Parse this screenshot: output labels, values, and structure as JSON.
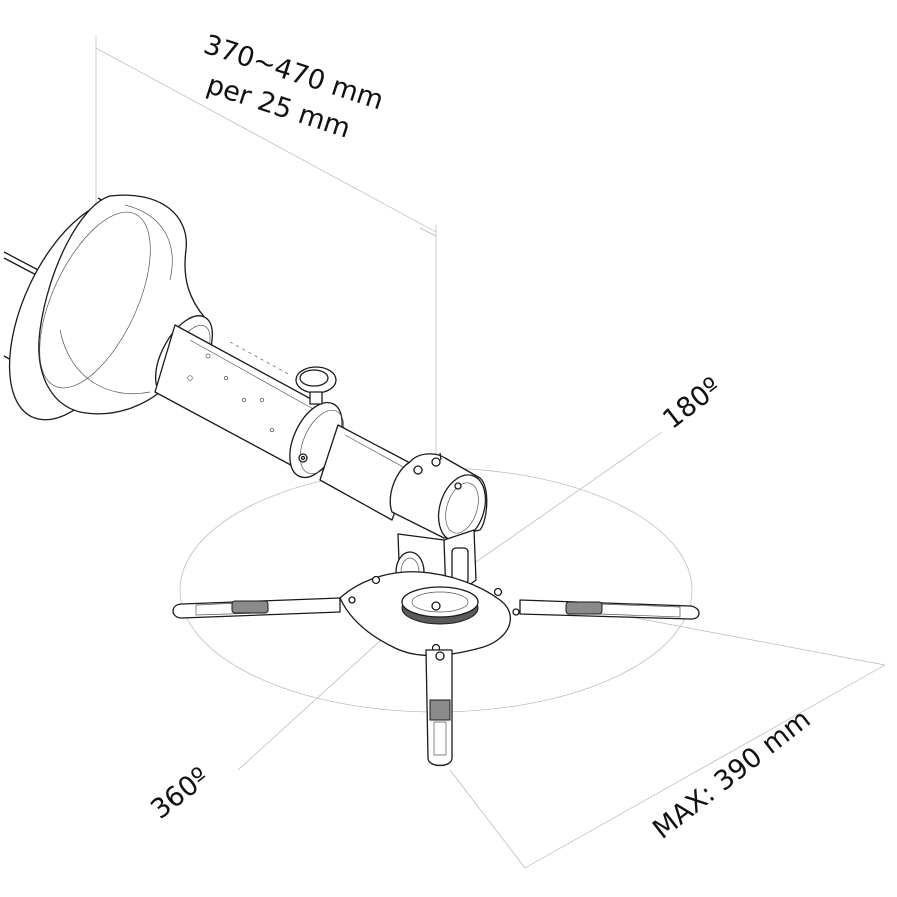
{
  "dimensions": {
    "length_range": "370~470 mm",
    "length_step": "per 25 mm",
    "tilt": "180º",
    "rotation": "360º",
    "max_span": "MAX: 390 mm"
  }
}
